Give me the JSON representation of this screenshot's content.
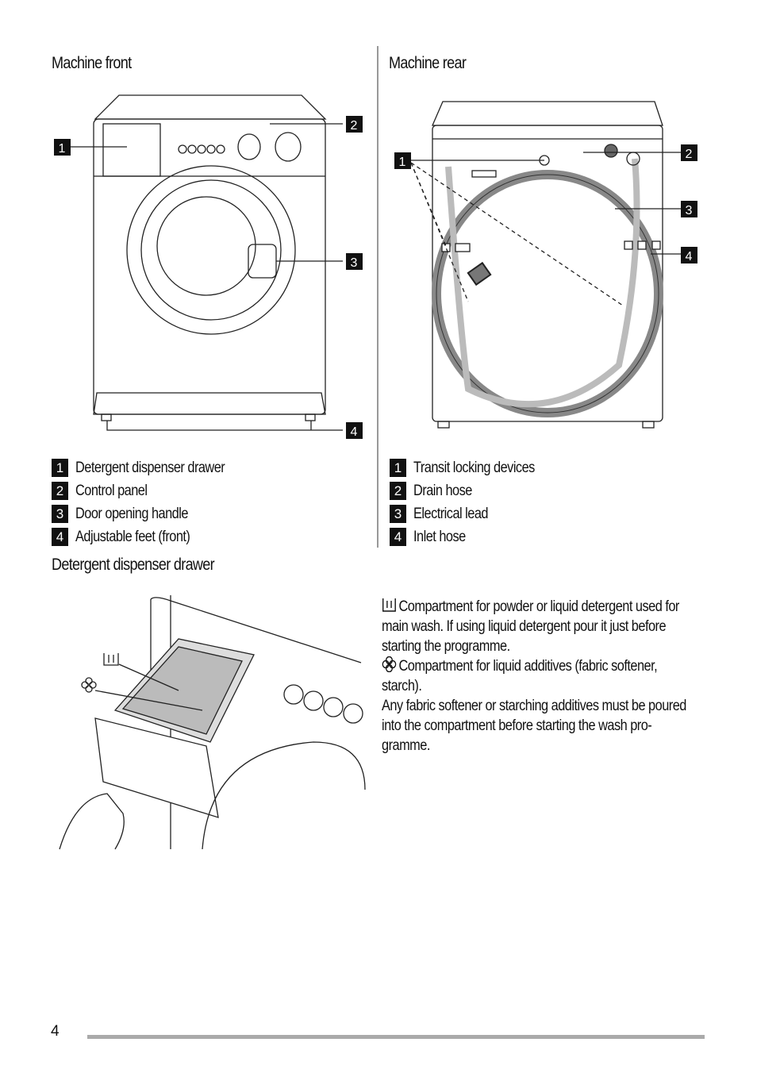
{
  "front": {
    "heading": "Machine front",
    "callouts": [
      "1",
      "2",
      "3",
      "4"
    ],
    "legend": [
      {
        "n": "1",
        "label": "Detergent dispenser drawer"
      },
      {
        "n": "2",
        "label": "Control panel"
      },
      {
        "n": "3",
        "label": "Door opening handle"
      },
      {
        "n": "4",
        "label": "Adjustable feet (front)"
      }
    ]
  },
  "rear": {
    "heading": "Machine rear",
    "callouts": [
      "1",
      "2",
      "3",
      "4"
    ],
    "legend": [
      {
        "n": "1",
        "label": "Transit locking devices"
      },
      {
        "n": "2",
        "label": "Drain hose"
      },
      {
        "n": "3",
        "label": "Electrical lead"
      },
      {
        "n": "4",
        "label": "Inlet hose"
      }
    ]
  },
  "drawer": {
    "heading": "Detergent dispenser drawer",
    "icons": [
      "main-wash-compartment-icon",
      "fabric-softener-flower-icon"
    ],
    "lines": [
      "Compartment for powder or liquid detergent used for",
      "main wash. If using liquid detergent pour it just before",
      "starting the programme.",
      "Compartment for liquid additives (fabric softener,",
      "starch).",
      "Any fabric softener or starching additives must be poured",
      "into the compartment before starting the wash pro-",
      "gramme."
    ]
  },
  "footer": {
    "page_number": "4"
  }
}
